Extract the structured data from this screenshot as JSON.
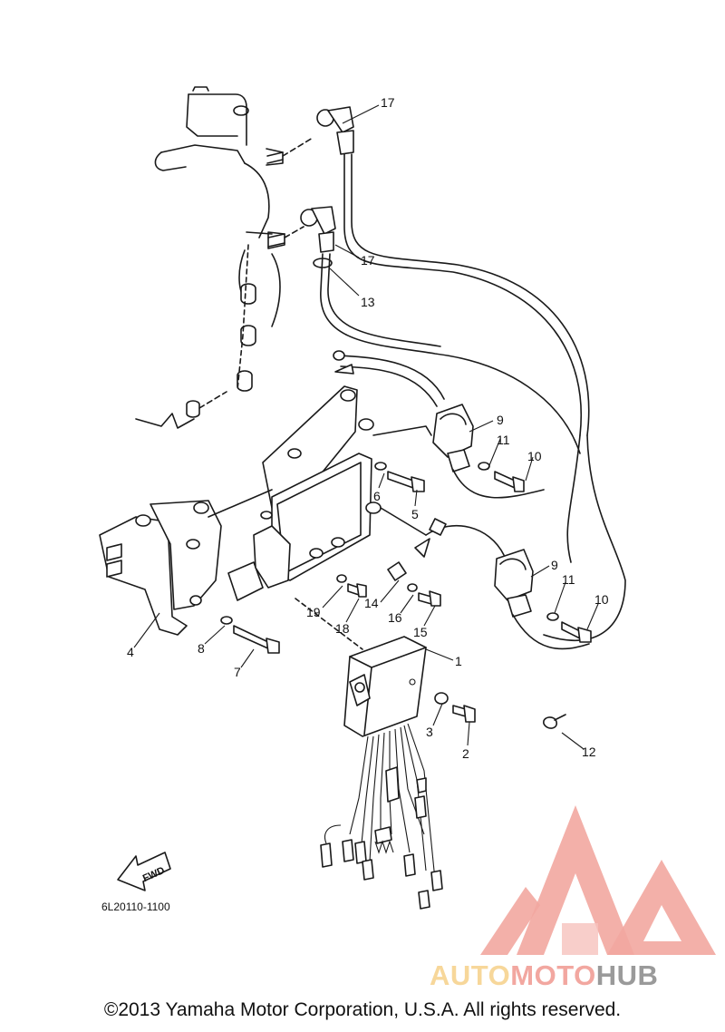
{
  "diagram": {
    "callouts": {
      "c1": "1",
      "c2": "2",
      "c3": "3",
      "c4": "4",
      "c5": "5",
      "c6": "6",
      "c7": "7",
      "c8": "8",
      "c9a": "9",
      "c9b": "9",
      "c10a": "10",
      "c10b": "10",
      "c11a": "11",
      "c11b": "11",
      "c12": "12",
      "c13": "13",
      "c14": "14",
      "c15": "15",
      "c16": "16",
      "c17a": "17",
      "c17b": "17",
      "c18": "18",
      "c19": "19"
    },
    "fwd_label": "FWD",
    "diagram_code": "6L20110-1100"
  },
  "footer": {
    "copyright": "©2013 Yamaha Motor Corporation, U.S.A. All rights reserved."
  },
  "watermark": {
    "part1": "AUTO",
    "part2": "MOTO",
    "part3": "HUB",
    "colors": {
      "auto": "#f7d79a",
      "moto": "#f2a7a0",
      "hub": "#9a9a9a",
      "logo": "#f2a7a0"
    }
  }
}
